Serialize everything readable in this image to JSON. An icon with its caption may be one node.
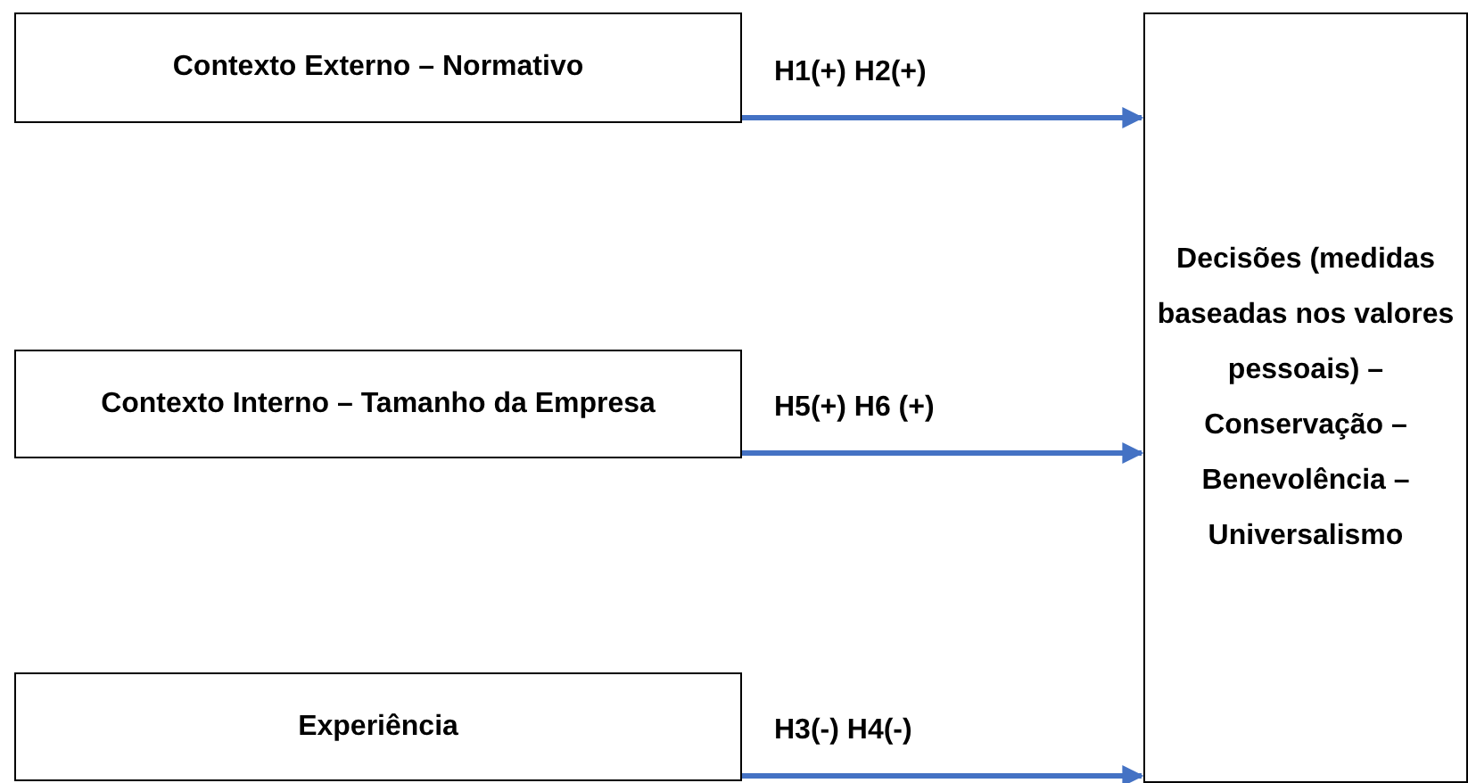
{
  "diagram": {
    "nodes": [
      {
        "text": [
          "Contexto Externo – Normativo"
        ]
      },
      {
        "text": [
          "Contexto Interno – Tamanho da Empresa"
        ]
      },
      {
        "text": [
          "Experiência"
        ]
      },
      {
        "text": [
          "Decisões (medidas baseadas nos valores pessoais) – Conservação – Benevolência – Universalismo"
        ]
      }
    ],
    "edges": [
      {
        "from": 0,
        "to": 3,
        "arrow": "to",
        "label": "H1(+) H2(+)"
      },
      {
        "from": 1,
        "to": 3,
        "arrow": "to",
        "label": "H5(+) H6 (+)"
      },
      {
        "from": 2,
        "to": 3,
        "arrow": "to",
        "label": "H3(-) H4(-)"
      }
    ]
  }
}
